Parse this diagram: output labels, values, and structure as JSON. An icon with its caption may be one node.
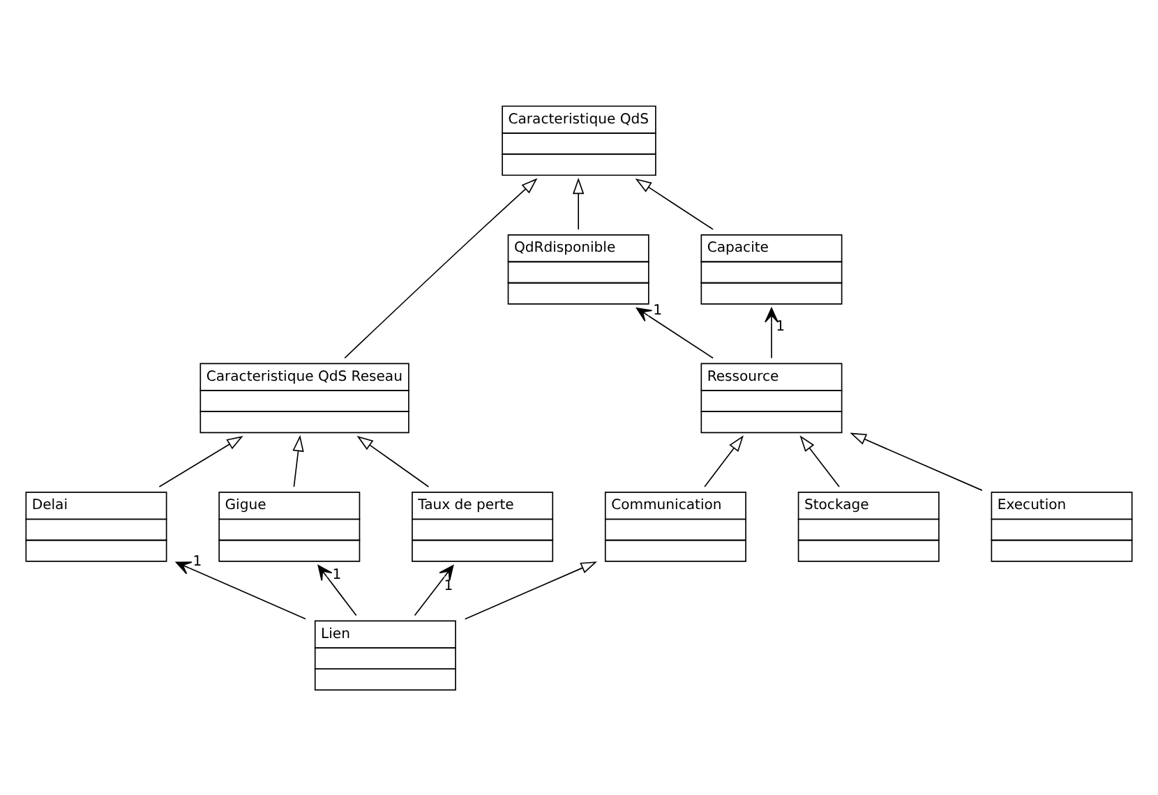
{
  "diagram": {
    "nodes": [
      {
        "text": [
          "Caracteristique QdS"
        ]
      },
      {
        "text": [
          "Caracteristique QdS Reseau"
        ]
      },
      {
        "text": [
          "QdRdisponible"
        ]
      },
      {
        "text": [
          "Capacite"
        ]
      },
      {
        "text": [
          "Ressource"
        ]
      },
      {
        "text": [
          "Delai"
        ]
      },
      {
        "text": [
          "Gigue"
        ]
      },
      {
        "text": [
          "Taux de perte"
        ]
      },
      {
        "text": [
          "Communication"
        ]
      },
      {
        "text": [
          "Stockage"
        ]
      },
      {
        "text": [
          "Execution"
        ]
      },
      {
        "text": [
          "Lien"
        ]
      }
    ],
    "edges": [
      {
        "from": 1,
        "to": 0,
        "arrow": "to"
      },
      {
        "from": 2,
        "to": 0,
        "arrow": "to"
      },
      {
        "from": 3,
        "to": 0,
        "arrow": "to"
      },
      {
        "from": 4,
        "to": 3,
        "arrow": "to",
        "label": "1"
      },
      {
        "from": 4,
        "to": 2,
        "arrow": "to",
        "label": "1"
      },
      {
        "from": 5,
        "to": 1,
        "arrow": "to"
      },
      {
        "from": 6,
        "to": 1,
        "arrow": "to"
      },
      {
        "from": 7,
        "to": 1,
        "arrow": "to"
      },
      {
        "from": 8,
        "to": 4,
        "arrow": "to"
      },
      {
        "from": 9,
        "to": 4,
        "arrow": "to"
      },
      {
        "from": 10,
        "to": 4,
        "arrow": "to"
      },
      {
        "from": 11,
        "to": 8,
        "arrow": "to"
      },
      {
        "from": 11,
        "to": 7,
        "arrow": "to",
        "label": "1"
      },
      {
        "from": 11,
        "to": 6,
        "arrow": "to",
        "label": "1"
      },
      {
        "from": 11,
        "to": 5,
        "arrow": "to",
        "label": "1"
      }
    ]
  }
}
